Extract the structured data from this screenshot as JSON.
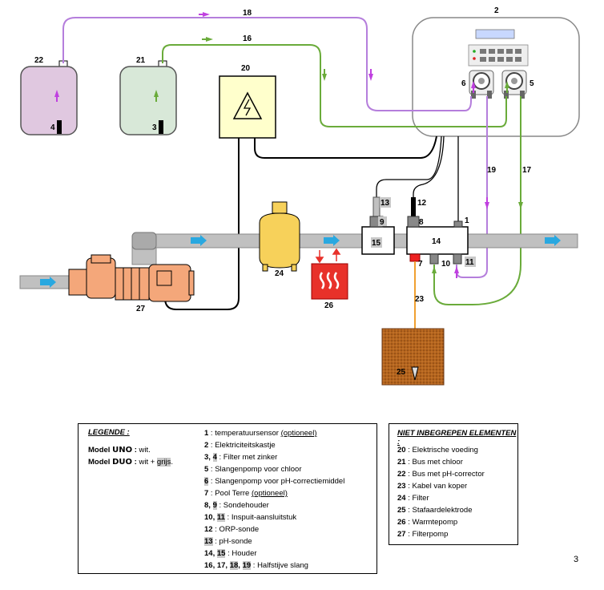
{
  "callouts": {
    "n1": "1",
    "n2": "2",
    "n3": "3",
    "n4": "4",
    "n5": "5",
    "n6": "6",
    "n7": "7",
    "n8": "8",
    "n9": "9",
    "n10": "10",
    "n11": "11",
    "n12": "12",
    "n13": "13",
    "n14": "14",
    "n15": "15",
    "n16": "16",
    "n17": "17",
    "n18": "18",
    "n19": "19",
    "n20": "20",
    "n21": "21",
    "n22": "22",
    "n23": "23",
    "n24": "24",
    "n25": "25",
    "n26": "26",
    "n27": "27"
  },
  "legend": {
    "title": "LEGENDE :",
    "model_uno_prefix": "Model",
    "model_uno_name": "UNO",
    "model_uno_suffix": ":",
    "model_uno_value": "wit.",
    "model_duo_prefix": "Model",
    "model_duo_name": "DUO",
    "model_duo_suffix": ":",
    "model_duo_value_a": "wit +",
    "model_duo_value_b": "grijs",
    "model_duo_value_c": ".",
    "items": [
      {
        "num": "1",
        "text": "temperatuursensor",
        "extra": "(optioneel)"
      },
      {
        "num": "2",
        "text": "Elektriciteitskastje"
      },
      {
        "num_a": "3, ",
        "num_b": "4",
        "text": "Filter met zinker"
      },
      {
        "num": "5",
        "text": "Slangenpomp voor chloor"
      },
      {
        "num_gray": "6",
        "text": "Slangenpomp voor pH-correctiemiddel"
      },
      {
        "num": "7",
        "text": "Pool Terre",
        "extra": "(optioneel)"
      },
      {
        "num_a": "8, ",
        "num_b": "9",
        "text": "Sondehouder"
      },
      {
        "num_a": "10, ",
        "num_b": "11",
        "text": "Inspuit-aansluitstuk"
      },
      {
        "num": "12",
        "text": "ORP-sonde"
      },
      {
        "num_gray": "13",
        "text": "pH-sonde"
      },
      {
        "num_a": "14, ",
        "num_b": "15",
        "text": "Houder"
      },
      {
        "num_a": "16, 17, ",
        "num_b": "18",
        "num_c": ", ",
        "num_d": "19",
        "text": "Halfstijve slang"
      }
    ]
  },
  "not_included": {
    "title": "NIET INBEGREPEN ELEMENTEN :",
    "items": [
      {
        "num": "20",
        "text": "Elektrische voeding"
      },
      {
        "num": "21",
        "text": "Bus met chloor"
      },
      {
        "num": "22",
        "text": "Bus met pH-corrector"
      },
      {
        "num": "23",
        "text": "Kabel van koper"
      },
      {
        "num": "24",
        "text": "Filter"
      },
      {
        "num": "25",
        "text": "Stafaardelektrode"
      },
      {
        "num": "26",
        "text": "Warmtepomp"
      },
      {
        "num": "27",
        "text": "Filterpomp"
      }
    ]
  },
  "page_number": "3",
  "colors": {
    "purple_hose": "#b57edc",
    "green_hose": "#6aab3a",
    "pipe": "#c0c0c0",
    "flow_arrow": "#29a8e0",
    "pump_body": "#f4a77a",
    "filter_tank": "#f7d15a",
    "heat_pump": "#e8312a",
    "power_box": "#ffffcc",
    "chlorine_can": "#d8e8d8",
    "ph_can": "#e0c8e0",
    "ground": "#b5651d",
    "copper_cable": "#f0a030"
  }
}
